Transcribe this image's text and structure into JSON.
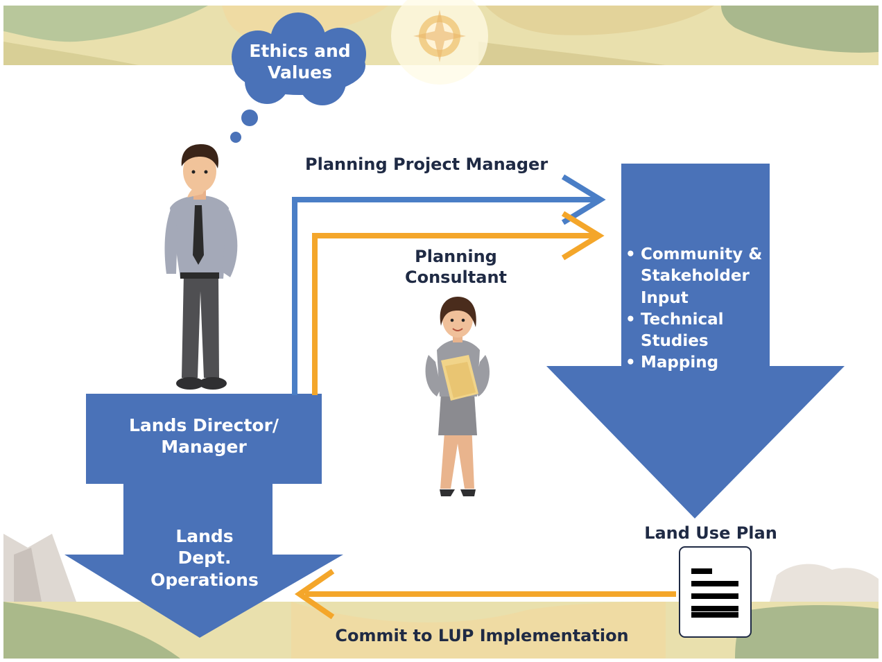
{
  "diagram": {
    "thought_cloud": "Ethics and Values",
    "director_box": "Lands Director/\nManager",
    "operations_arrow": "Lands\nDept.\nOperations",
    "planning_project_manager": "Planning Project Manager",
    "planning_consultant": "Planning\nConsultant",
    "process_items": [
      "Community & Stakeholder Input",
      "Technical Studies",
      "Mapping"
    ],
    "land_use_plan": "Land Use Plan",
    "commit": "Commit to LUP Implementation"
  },
  "colors": {
    "box_blue": "#4a72b8",
    "line_blue": "#4a7ec6",
    "line_orange": "#f4a62a",
    "text_dark": "#1f2a44",
    "band_beige": "#e8dfa9",
    "band_green": "#aab98a"
  }
}
